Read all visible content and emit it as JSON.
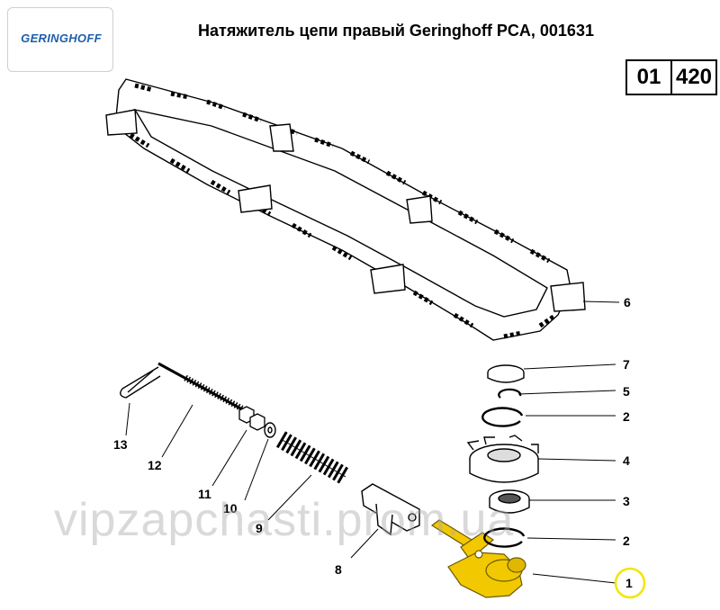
{
  "header": {
    "logo_text": "GERINGHOFF",
    "title": "Натяжитель цепи правый Geringhoff PCA, 001631",
    "code_left": "01",
    "code_right": "420"
  },
  "colors": {
    "logo_blue": "#1f5ea8",
    "highlight_yellow": "#f2c800",
    "callout_circle": "#f2e600"
  },
  "callouts": [
    "1",
    "2",
    "2",
    "3",
    "4",
    "5",
    "6",
    "7",
    "8",
    "9",
    "10",
    "11",
    "12",
    "13"
  ],
  "watermark": "vipzapchasti.prom.ua"
}
